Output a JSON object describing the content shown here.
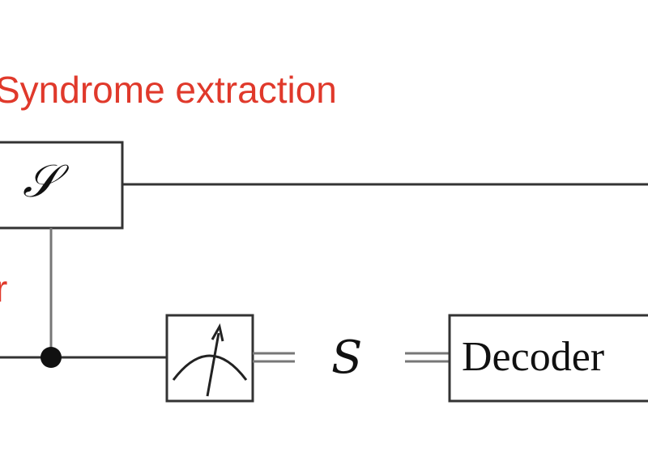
{
  "labels": {
    "title": "Syndrome extraction",
    "left_fragment": "r"
  },
  "gates": {
    "stabilizer_symbol": "𝒮",
    "decoder_label": "Decoder"
  },
  "wires": {
    "syndrome_symbol": "S"
  },
  "colors": {
    "annotation": "#e0392b",
    "wire": "#333333",
    "gate_border": "#333333"
  },
  "icons": {
    "measurement": "measurement-meter-icon",
    "control": "control-dot-icon"
  }
}
